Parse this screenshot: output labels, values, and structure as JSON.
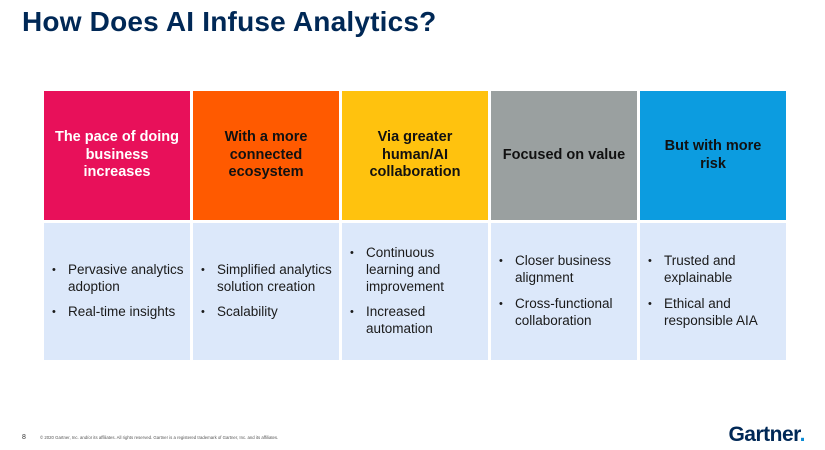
{
  "title": "How Does AI Infuse Analytics?",
  "columns": [
    {
      "heading": "The pace of doing business increases",
      "color": "#e8105a",
      "bullets": [
        "Pervasive analytics adoption",
        "Real-time insights"
      ]
    },
    {
      "heading": "With a more connected ecosystem",
      "color": "#ff5a00",
      "bullets": [
        "Simplified analytics solution creation",
        "Scalability"
      ]
    },
    {
      "heading": "Via greater human/AI collaboration",
      "color": "#ffc20e",
      "bullets": [
        "Continuous learning and improvement",
        "Increased automation"
      ]
    },
    {
      "heading": "Focused on value",
      "color": "#9aa0a0",
      "bullets": [
        "Closer business alignment",
        "Cross-functional collaboration"
      ]
    },
    {
      "heading": "But with more risk",
      "color": "#0c9ce0",
      "bullets": [
        "Trusted and explainable",
        "Ethical and responsible AIA"
      ]
    }
  ],
  "footer": {
    "page_number": "8",
    "copyright": "© 2020 Gartner, Inc. and/or its affiliates. All rights reserved. Gartner is a registered trademark of Gartner, Inc. and its affiliates."
  },
  "logo": {
    "text": "Gartner",
    "dot": "."
  }
}
